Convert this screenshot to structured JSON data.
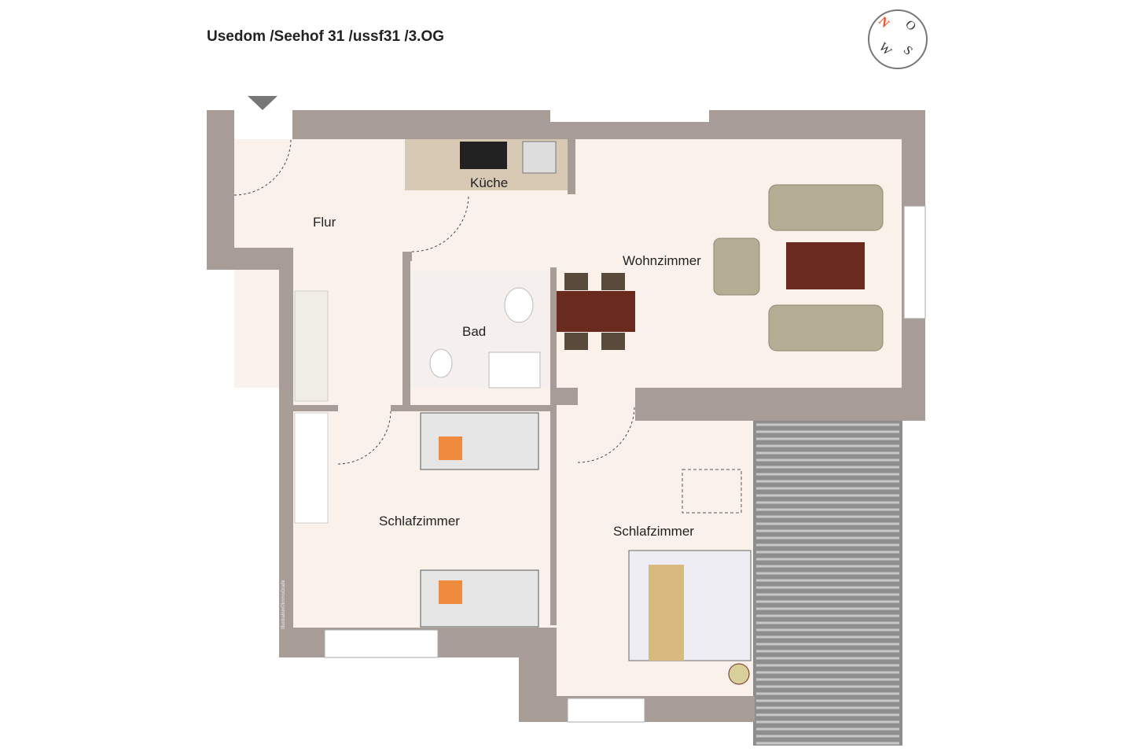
{
  "title": "Usedom /Seehof 31 /ussf31 /3.OG",
  "compass": {
    "north": "N",
    "east": "O",
    "south": "S",
    "west": "W",
    "north_color": "#e8512a"
  },
  "rooms": {
    "flur": "Flur",
    "kueche": "Küche",
    "wohnzimmer": "Wohnzimmer",
    "bad": "Bad",
    "schlafzimmer_1": "Schlafzimmer",
    "schlafzimmer_2": "Schlafzimmer"
  },
  "credit": "Illustration©ImmoGrafik",
  "colors": {
    "wall": "#a89d96",
    "floor": "#faf2ea",
    "terrace": "#8e8e8e",
    "furniture_wood": "#6b2a1e",
    "sofa": "#b5ae95"
  }
}
